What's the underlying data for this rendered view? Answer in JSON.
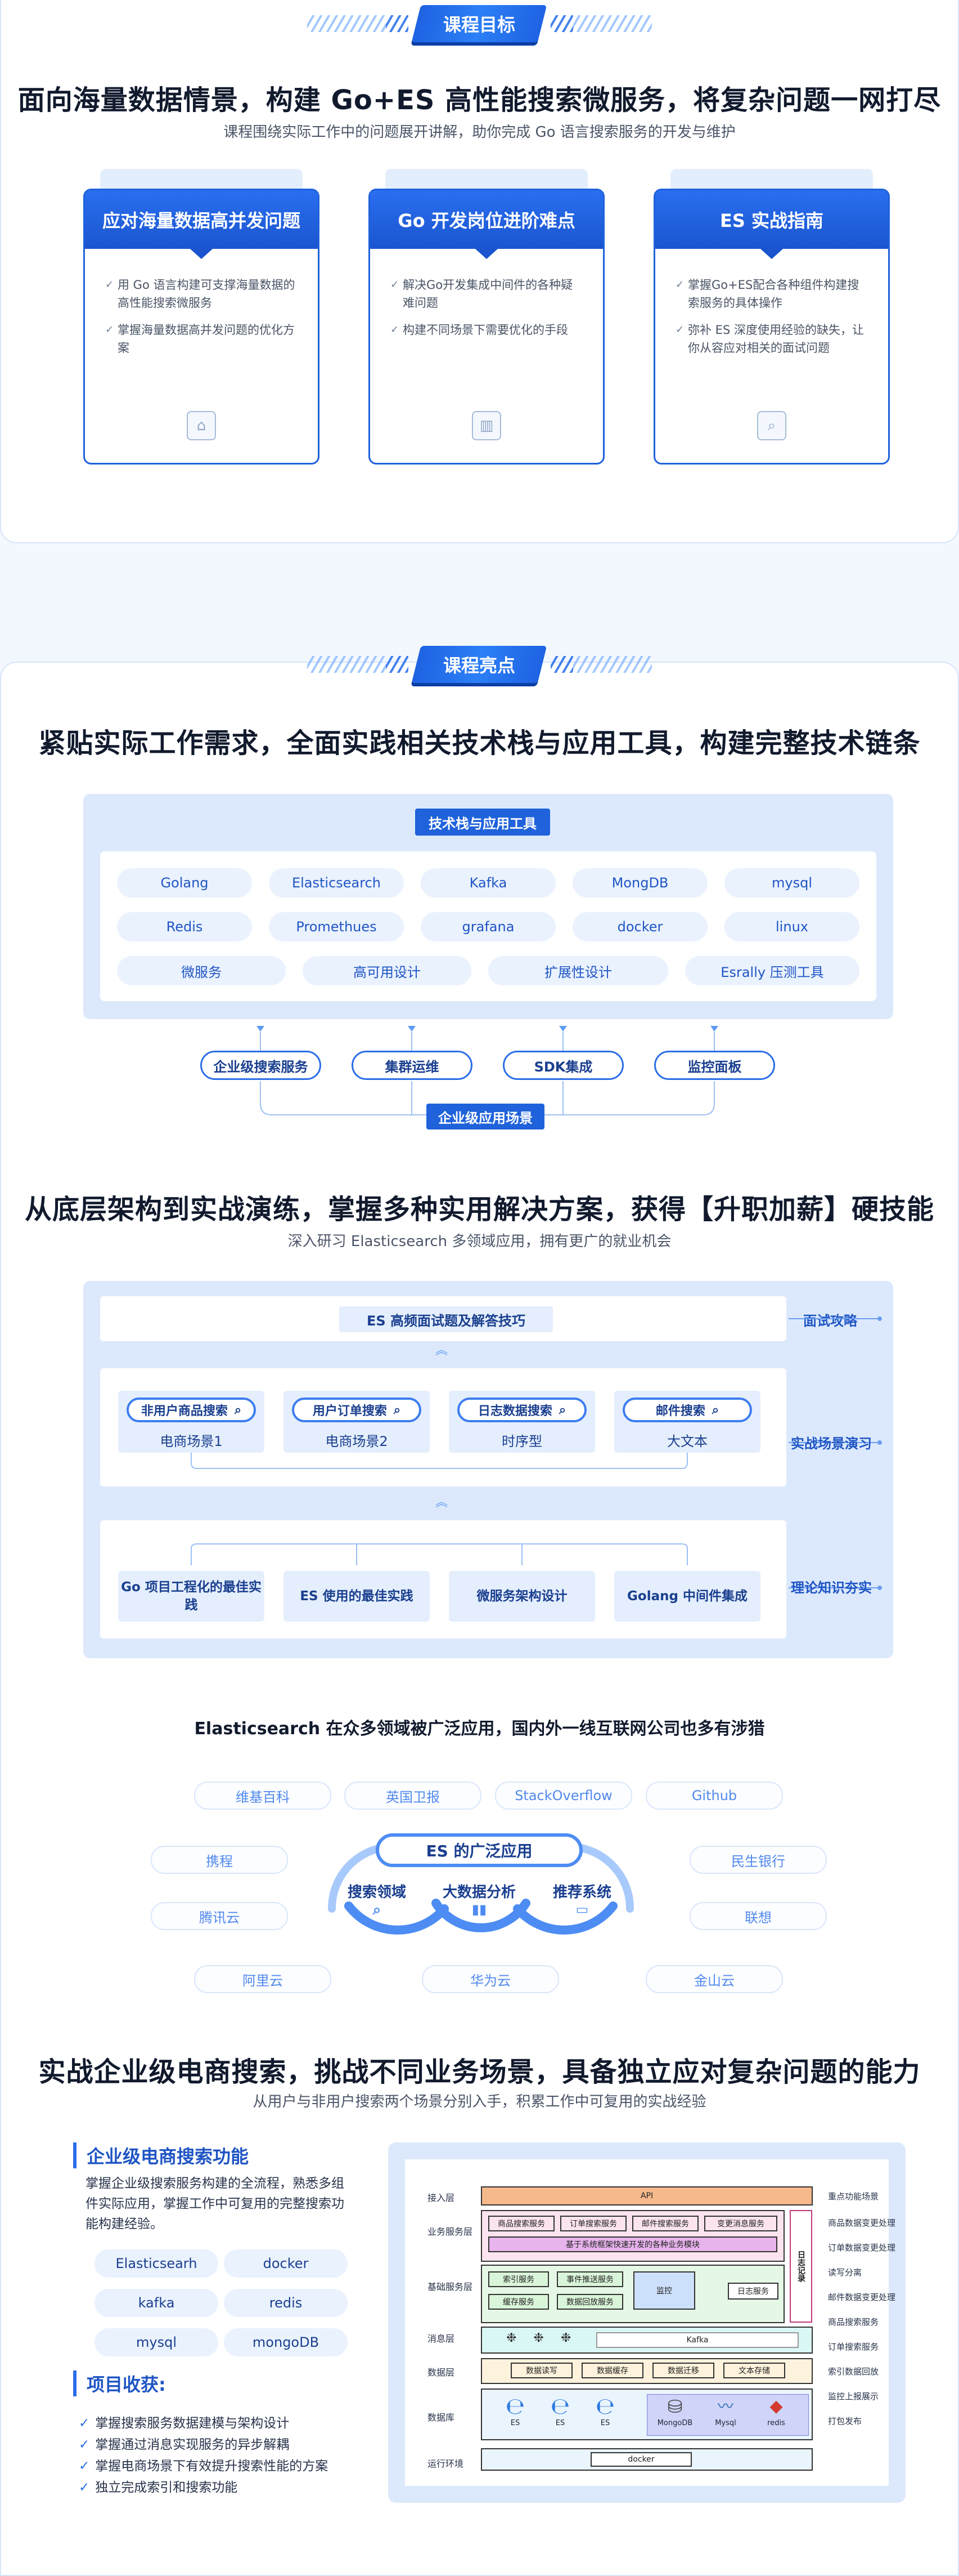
{
  "section1": {
    "banner": "课程目标",
    "title": "面向海量数据情景，构建 Go+ES 高性能搜索微服务，将复杂问题一网打尽",
    "subtitle": "课程围绕实际工作中的问题展开讲解，助你完成 Go 语言搜索服务的开发与维护",
    "cards": [
      {
        "title": "应对海量数据高并发问题",
        "items": [
          "用 Go 语言构建可支撑海量数据的高性能搜索微服务",
          "掌握海量数据高并发问题的优化方案"
        ],
        "icon": "house-doc-icon"
      },
      {
        "title": "Go 开发岗位进阶难点",
        "items": [
          "解决Go开发集成中间件的各种疑难问题",
          "构建不同场景下需要优化的手段"
        ],
        "icon": "chart-doc-icon"
      },
      {
        "title": "ES 实战指南",
        "items": [
          "掌握Go+ES配合各种组件构建搜索服务的具体操作",
          "弥补 ES 深度使用经验的缺失，让你从容应对相关的面试问题"
        ],
        "icon": "search-doc-icon"
      }
    ]
  },
  "section2": {
    "banner": "课程亮点",
    "title": "紧贴实际工作需求，全面实践相关技术栈与应用工具，构建完整技术链条",
    "stack_title": "技术栈与应用工具",
    "row1": [
      "Golang",
      "Elasticsearch",
      "Kafka",
      "MongDB",
      "mysql"
    ],
    "row2": [
      "Redis",
      "Promethues",
      "grafana",
      "docker",
      "linux"
    ],
    "row3": [
      "微服务",
      "高可用设计",
      "扩展性设计",
      "Esrally 压测工具"
    ],
    "scenes": [
      "企业级搜索服务",
      "集群运维",
      "SDK集成",
      "监控面板"
    ],
    "scene_title": "企业级应用场景"
  },
  "section3": {
    "title": "从底层架构到实战演练，掌握多种实用解决方案，获得【升职加薪】硬技能",
    "subtitle": "深入研习 Elasticsearch 多领域应用，拥有更广的就业机会",
    "interview": "ES 高频面试题及解答技巧",
    "label_interview": "面试攻略",
    "label_practice": "实战场景演习",
    "label_theory": "理论知识夯实",
    "scenarios": [
      {
        "search": "非用户商品搜索",
        "name": "电商场景1"
      },
      {
        "search": "用户订单搜索",
        "name": "电商场景2"
      },
      {
        "search": "日志数据搜索",
        "name": "时序型"
      },
      {
        "search": "邮件搜索",
        "name": "大文本"
      }
    ],
    "foundations": [
      "Go 项目工程化的最佳实践",
      "ES 使用的最佳实践",
      "微服务架构设计",
      "Golang 中间件集成"
    ]
  },
  "section4": {
    "title": "Elasticsearch 在众多领域被广泛应用，国内外一线互联网公司也多有涉猎",
    "center": "ES 的广泛应用",
    "domains": [
      "搜索领域",
      "大数据分析",
      "推荐系统"
    ],
    "companies": [
      "维基百科",
      "英国卫报",
      "StackOverflow",
      "Github",
      "携程",
      "民生银行",
      "腾讯云",
      "联想",
      "阿里云",
      "华为云",
      "金山云"
    ]
  },
  "section5": {
    "title": "实战企业级电商搜索，挑战不同业务场景，具备独立应对复杂问题的能力",
    "subtitle": "从用户与非用户搜索两个场景分别入手，积累工作中可复用的实战经验",
    "feature_title": "企业级电商搜索功能",
    "feature_desc": "掌握企业级搜索服务构建的全流程，熟悉多组件实际应用，掌握工作中可复用的完整搜索功能构建经验。",
    "tags": [
      "Elasticsearh",
      "docker",
      "kafka",
      "redis",
      "mysql",
      "mongoDB"
    ],
    "harvest_title": "项目收获:",
    "harvest": [
      "掌握搜索服务数据建模与架构设计",
      "掌握通过消息实现服务的异步解耦",
      "掌握电商场景下有效提升搜索性能的方案",
      "独立完成索引和搜索功能"
    ],
    "diagram": {
      "layers": [
        "接入层",
        "业务服务层",
        "基础服务层",
        "消息层",
        "数据层",
        "数据库",
        "运行环境"
      ],
      "api": "API",
      "biz": [
        "商品搜索服务",
        "订单搜索服务",
        "邮件搜索服务",
        "变更消息服务"
      ],
      "biz_bar": "基于系统框架快速开发的各种业务模块",
      "base": [
        "索引服务",
        "事件推送服务",
        "缓存服务",
        "数据回放服务"
      ],
      "monitor": "监控",
      "log_service": "日志服务",
      "log_record": "日志记录",
      "mq": "Kafka",
      "data": [
        "数据读写",
        "数据缓存",
        "数据迁移",
        "文本存储"
      ],
      "db": [
        "ES",
        "ES",
        "ES",
        "MongoDB",
        "Mysql",
        "redis"
      ],
      "runtime": "docker",
      "right": [
        "重点功能场景",
        "商品数据变更处理",
        "订单数据变更处理",
        "读写分离",
        "邮件数据变更处理",
        "商品搜索服务",
        "订单搜索服务",
        "索引数据回放",
        "监控上报展示",
        "打包发布"
      ]
    }
  }
}
